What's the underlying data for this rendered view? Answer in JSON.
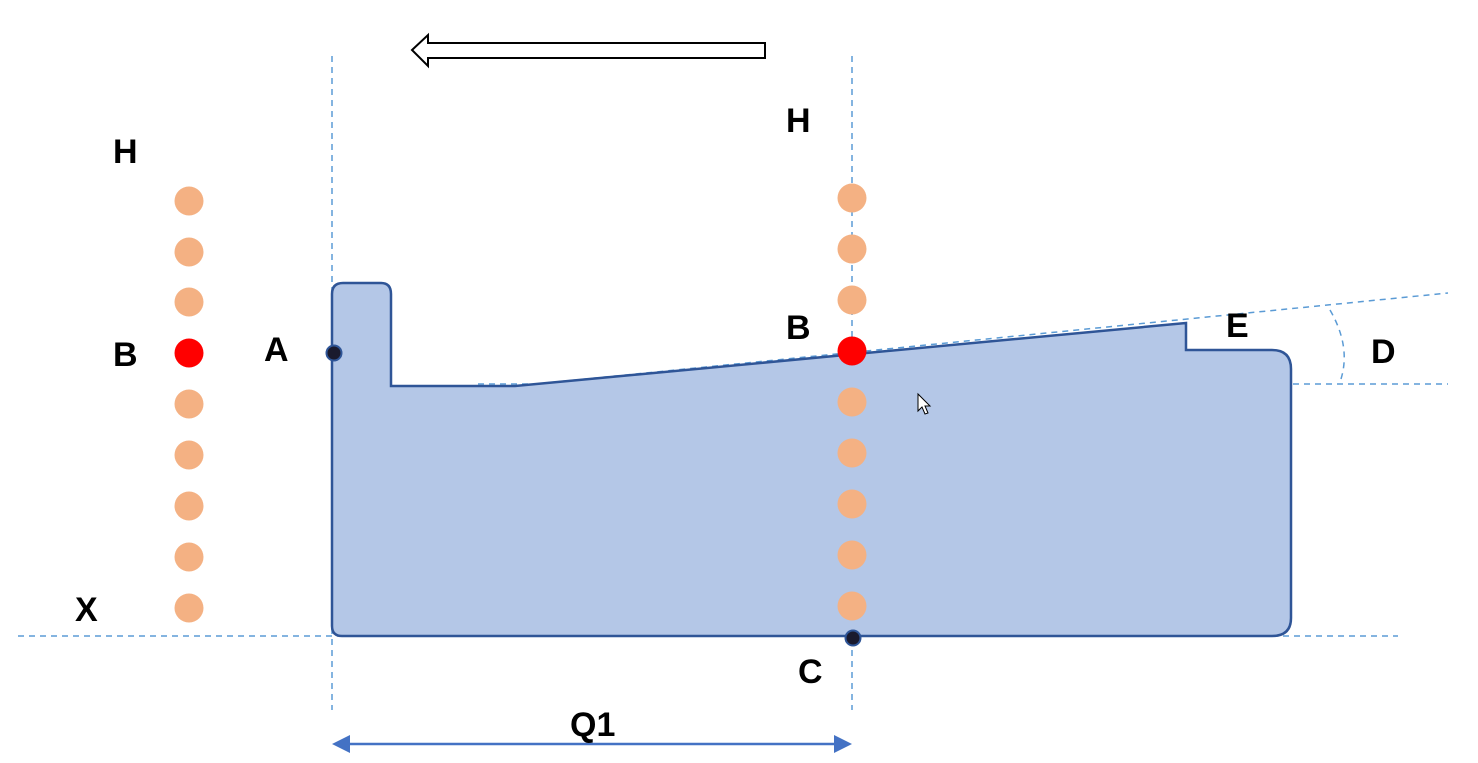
{
  "labels": {
    "h_left": "H",
    "b_left": "B",
    "x_axis": "X",
    "a_point": "A",
    "h_center": "H",
    "b_center": "B",
    "c_point": "C",
    "e_point": "E",
    "d_angle": "D",
    "q1_dim": "Q1"
  },
  "colors": {
    "shape_fill": "#b4c7e7",
    "shape_stroke": "#2f5597",
    "guide_line": "#5b9bd5",
    "dot_peach": "#f4b183",
    "dot_highlight": "#ff0000",
    "point_marker": "#1a1a2e",
    "dimension_arrow": "#4472c4"
  },
  "icons": {
    "direction": "left-arrow-icon",
    "cursor": "mouse-pointer-icon"
  }
}
